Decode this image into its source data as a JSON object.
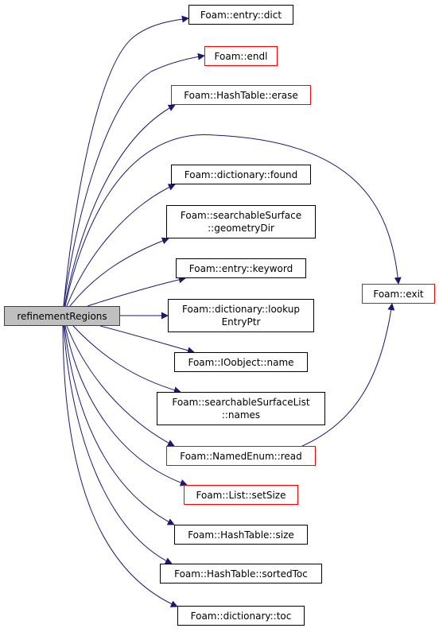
{
  "diagram": {
    "edge_color": "#191970",
    "nodes": [
      {
        "id": "root",
        "lines": [
          "refinementRegions"
        ],
        "style": "root"
      },
      {
        "id": "entry-dict",
        "lines": [
          "Foam::entry::dict"
        ],
        "style": "black"
      },
      {
        "id": "endl",
        "lines": [
          "Foam::endl"
        ],
        "style": "red"
      },
      {
        "id": "hashtable-erase",
        "lines": [
          "Foam::HashTable::erase"
        ],
        "style": "red"
      },
      {
        "id": "dictionary-found",
        "lines": [
          "Foam::dictionary::found"
        ],
        "style": "black"
      },
      {
        "id": "searchablesurface-geometrydir",
        "lines": [
          "Foam::searchableSurface",
          "::geometryDir"
        ],
        "style": "black"
      },
      {
        "id": "entry-keyword",
        "lines": [
          "Foam::entry::keyword"
        ],
        "style": "black"
      },
      {
        "id": "dictionary-lookupentryptr",
        "lines": [
          "Foam::dictionary::lookup",
          "EntryPtr"
        ],
        "style": "black"
      },
      {
        "id": "ioobject-name",
        "lines": [
          "Foam::IOobject::name"
        ],
        "style": "black"
      },
      {
        "id": "searchablesurfacelist-names",
        "lines": [
          "Foam::searchableSurfaceList",
          "::names"
        ],
        "style": "black"
      },
      {
        "id": "namedenum-read",
        "lines": [
          "Foam::NamedEnum::read"
        ],
        "style": "red"
      },
      {
        "id": "list-setsize",
        "lines": [
          "Foam::List::setSize"
        ],
        "style": "red"
      },
      {
        "id": "hashtable-size",
        "lines": [
          "Foam::HashTable::size"
        ],
        "style": "black"
      },
      {
        "id": "hashtable-sortedtoc",
        "lines": [
          "Foam::HashTable::sortedToc"
        ],
        "style": "black"
      },
      {
        "id": "dictionary-toc",
        "lines": [
          "Foam::dictionary::toc"
        ],
        "style": "black"
      },
      {
        "id": "exit",
        "lines": [
          "Foam::exit"
        ],
        "style": "red"
      }
    ],
    "edges": [
      {
        "from": "root",
        "to": "entry-dict"
      },
      {
        "from": "root",
        "to": "endl"
      },
      {
        "from": "root",
        "to": "hashtable-erase"
      },
      {
        "from": "root",
        "to": "exit"
      },
      {
        "from": "root",
        "to": "dictionary-found"
      },
      {
        "from": "root",
        "to": "searchablesurface-geometrydir"
      },
      {
        "from": "root",
        "to": "entry-keyword"
      },
      {
        "from": "root",
        "to": "dictionary-lookupentryptr"
      },
      {
        "from": "root",
        "to": "ioobject-name"
      },
      {
        "from": "root",
        "to": "searchablesurfacelist-names"
      },
      {
        "from": "root",
        "to": "namedenum-read"
      },
      {
        "from": "root",
        "to": "list-setsize"
      },
      {
        "from": "root",
        "to": "hashtable-size"
      },
      {
        "from": "root",
        "to": "hashtable-sortedtoc"
      },
      {
        "from": "root",
        "to": "dictionary-toc"
      },
      {
        "from": "namedenum-read",
        "to": "exit"
      }
    ]
  }
}
